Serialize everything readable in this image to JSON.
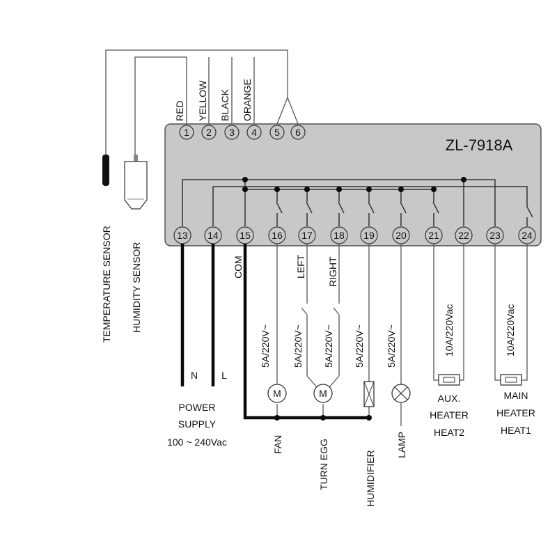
{
  "model": "ZL-7918A",
  "terminals_top": [
    "1",
    "2",
    "3",
    "4",
    "5",
    "6"
  ],
  "terminals_bottom": [
    "13",
    "14",
    "15",
    "16",
    "17",
    "18",
    "19",
    "20",
    "21",
    "22",
    "23",
    "24"
  ],
  "wire_colors": [
    "RED",
    "YELLOW",
    "BLACK",
    "ORANGE"
  ],
  "sensors": {
    "temperature": "TEMPERATURE SENSOR",
    "humidity": "HUMIDITY SENSOR"
  },
  "power": {
    "n": "N",
    "l": "L",
    "line1": "POWER",
    "line2": "SUPPLY",
    "line3": "100 ~ 240Vac"
  },
  "com": "COM",
  "turn_directions": {
    "left": "LEFT",
    "right": "RIGHT"
  },
  "ratings": {
    "small": "5A/220V~",
    "large": "10A/220Vac"
  },
  "motor_symbol": "M",
  "loads": {
    "fan": "FAN",
    "turn_egg": "TURN EGG",
    "humidifier": "HUMIDIFIER",
    "lamp": "LAMP",
    "aux_heater": [
      "AUX.",
      "HEATER",
      "HEAT2"
    ],
    "main_heater": [
      "MAIN",
      "HEATER",
      "HEAT1"
    ]
  },
  "colors": {
    "panel": "#c8c8c8",
    "panel_border": "#333333",
    "wire": "#555555",
    "thick_wire": "#0a0a0a"
  }
}
